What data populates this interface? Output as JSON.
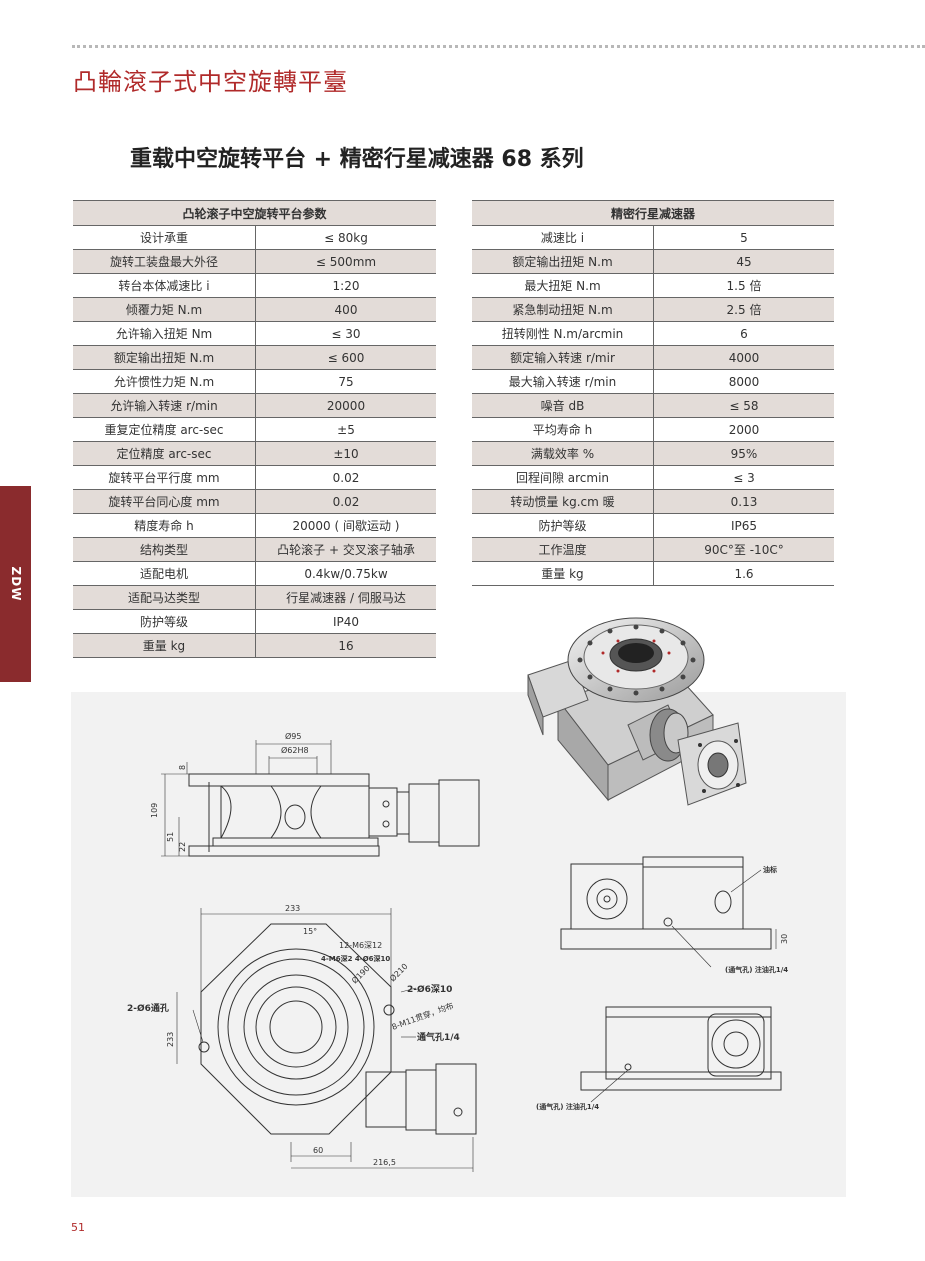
{
  "header": {
    "title": "凸輪滾子式中空旋轉平臺"
  },
  "main_title": "重载中空旋转平台 + 精密行星减速器 68 系列",
  "side_tab": "ZDW",
  "table_left": {
    "header": "凸轮滚子中空旋转平台参数",
    "rows": [
      [
        "设计承重",
        "≤ 80kg"
      ],
      [
        "旋转工装盘最大外径",
        "≤ 500mm"
      ],
      [
        "转台本体减速比 i",
        "1:20"
      ],
      [
        "倾覆力矩 N.m",
        "400"
      ],
      [
        "允许输入扭矩 Nm",
        "≤ 30"
      ],
      [
        "额定输出扭矩 N.m",
        "≤ 600"
      ],
      [
        "允许惯性力矩 N.m",
        "75"
      ],
      [
        "允许输入转速 r/min",
        "20000"
      ],
      [
        "重复定位精度 arc-sec",
        "±5"
      ],
      [
        "定位精度 arc-sec",
        "±10"
      ],
      [
        "旋转平台平行度 mm",
        "0.02"
      ],
      [
        "旋转平台同心度 mm",
        "0.02"
      ],
      [
        "精度寿命 h",
        "20000 ( 间歇运动 )"
      ],
      [
        "结构类型",
        "凸轮滚子 + 交叉滚子轴承"
      ],
      [
        "适配电机",
        "0.4kw/0.75kw"
      ],
      [
        "适配马达类型",
        "行星减速器 / 伺服马达"
      ],
      [
        "防护等级",
        "IP40"
      ],
      [
        "重量 kg",
        "16"
      ]
    ]
  },
  "table_right": {
    "header": "精密行星减速器",
    "rows": [
      [
        "减速比 i",
        "5"
      ],
      [
        "额定输出扭矩 N.m",
        "45"
      ],
      [
        "最大扭矩 N.m",
        "1.5 倍"
      ],
      [
        "紧急制动扭矩 N.m",
        "2.5 倍"
      ],
      [
        "扭转刚性 N.m/arcmin",
        "6"
      ],
      [
        "额定输入转速 r/mir",
        "4000"
      ],
      [
        "最大输入转速 r/min",
        "8000"
      ],
      [
        "噪音 dB",
        "≤ 58"
      ],
      [
        "平均寿命 h",
        "2000"
      ],
      [
        "满载效率 %",
        "95%"
      ],
      [
        "回程间隙 arcmin",
        "≤ 3"
      ],
      [
        "转动惯量 kg.cm 暖",
        "0.13"
      ],
      [
        "防护等级",
        "IP65"
      ],
      [
        "工作温度",
        "90C°至 -10C°"
      ],
      [
        "重量 kg",
        "1.6"
      ]
    ]
  },
  "drawing": {
    "dim_95": "Ø95",
    "dim_62": "Ø62H8",
    "dim_109": "109",
    "dim_51": "51",
    "dim_22": "22",
    "dim_8": "8",
    "dim_233_top": "233",
    "dim_233_side": "233",
    "dim_15": "15°",
    "dim_12m6": "12-M6深12",
    "dim_4m6": "4-M6深2 4-Ø6深10",
    "dim_phi190": "Ø190",
    "dim_phi210": "Ø210",
    "dim_2phi6_left": "2-Ø6通孔",
    "dim_2phi6_right": "2-Ø6深10",
    "dim_8m11": "8-M11贯穿，均布",
    "dim_vent_plan": "通气孔1/4",
    "dim_60": "60",
    "dim_2165": "216,5",
    "dim_30": "30",
    "dim_oil": "油标",
    "dim_vent_a": "(通气孔) 注油孔1/4",
    "dim_vent_b": "(通气孔) 注油孔1/4"
  },
  "page_number": "51",
  "colors": {
    "accent": "#b02a2a",
    "side_tab": "#8a2b2d",
    "table_shade": "#e3dcd8",
    "panel": "#f2f2f2"
  }
}
